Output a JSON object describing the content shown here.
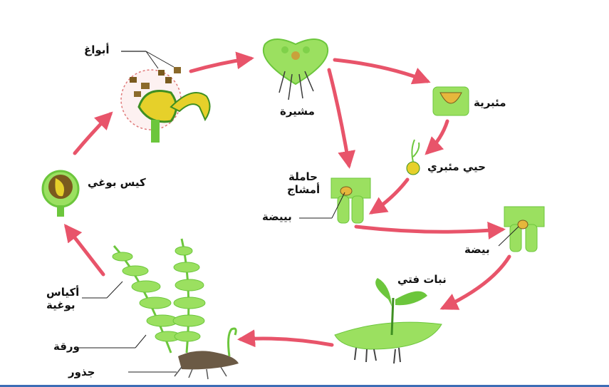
{
  "labels": {
    "spores": "أبواغ",
    "prothallus": "مشيرة",
    "antheridium": "مئبرية",
    "sperm": "حيي مئبري",
    "archegonium_line1": "حاملة",
    "archegonium_line2": "أمشاج",
    "egg_1": "بييضة",
    "egg_2": "بيضة",
    "young_plant": "نبات فتي",
    "sporangium": "كيس بوغي",
    "sori_line1": "أكياس",
    "sori_line2": "بوغية",
    "leaf": "ورقة",
    "roots": "جذور"
  },
  "colors": {
    "arrow": "#e8546a",
    "light_green": "#9be060",
    "mid_green": "#6cc63c",
    "dark_green": "#3f8f22",
    "yellow": "#e6d02a",
    "brown": "#7a5a1e"
  }
}
